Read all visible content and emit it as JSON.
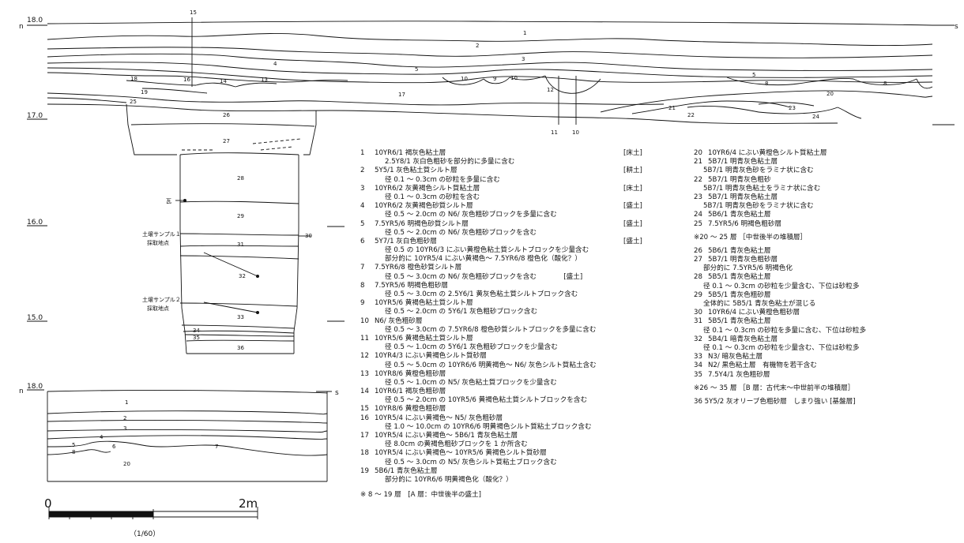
{
  "profile": {
    "elev_18": "18.0",
    "elev_17": "17.0",
    "elev_16": "16.0",
    "elev_15": "15.0",
    "north": "n",
    "south": "s",
    "marker_15": "15",
    "marker_11": "11",
    "marker_10": "10",
    "sample1_line1": "土壌サンプル１",
    "sample1_line2": "採取地点",
    "sample2_line1": "土壌サンプル２",
    "sample2_line2": "採取地点",
    "kawara": "瓦",
    "layer_30": "30",
    "labels": [
      "1",
      "2",
      "3",
      "4",
      "5",
      "5",
      "8",
      "8",
      "18",
      "19",
      "16",
      "14",
      "13",
      "10",
      "9",
      "10",
      "12",
      "17",
      "20",
      "21",
      "22",
      "23",
      "24",
      "25",
      "26",
      "27",
      "28",
      "29",
      "31",
      "32",
      "33",
      "34",
      "35",
      "36"
    ]
  },
  "small_profile": {
    "elev": "18.0",
    "north": "n",
    "south": "s",
    "labels": [
      "1",
      "2",
      "3",
      "4",
      "5",
      "8",
      "6",
      "7",
      "20"
    ]
  },
  "scale": {
    "zero": "0",
    "end": "2m",
    "ratio": "（1/60）"
  },
  "legend_left": [
    {
      "num": "1",
      "name": "10YR6/1 褐灰色粘土層",
      "tag": "[床土]",
      "subs": [
        "2.5Y8/1 灰白色粗砂を部分的に多量に含む"
      ]
    },
    {
      "num": "2",
      "name": "5Y5/1 灰色粘土質シルト層",
      "tag": "[耕土]",
      "subs": [
        "径 0.1 ～ 0.3cm の砂粒を多量に含む"
      ]
    },
    {
      "num": "3",
      "name": "10YR6/2 灰黄褐色シルト質粘土層",
      "tag": "[床土]",
      "subs": [
        "径 0.1 ～ 0.3cm の砂粒を含む"
      ]
    },
    {
      "num": "4",
      "name": "10YR6/2 灰黄褐色砂質シルト層",
      "tag": "[盛土]",
      "subs": [
        "径 0.5 ～ 2.0cm の N6/ 灰色粗砂ブロックを多量に含む"
      ]
    },
    {
      "num": "5",
      "name": "7.5YR5/6 明褐色砂質シルト層",
      "tag": "[盛土]",
      "subs": [
        "径 0.5 ～ 2.0cm の N6/ 灰色粗砂ブロックを含む"
      ]
    },
    {
      "num": "6",
      "name": "5Y7/1 灰白色粗砂層",
      "tag": "[盛土]",
      "subs": [
        "径 0.5 の 10YR6/3 にぶい黄橙色粘土質シルトブロックを少量含む",
        "部分的に 10YR5/4 にぶい黄褐色～ 7.5YR6/8 橙色化（酸化？）"
      ]
    },
    {
      "num": "7",
      "name": "7.5YR6/8 橙色砂質シルト層",
      "tag": "",
      "subs": [
        "径 0.5 ～ 3.0cm の N6/ 灰色粗砂ブロックを含む　　　　[盛土]"
      ]
    },
    {
      "num": "8",
      "name": "7.5YR5/6 明褐色粗砂層",
      "tag": "",
      "subs": [
        "径 0.5 ～ 3.0cm の 2.5Y6/1 黄灰色粘土質シルトブロック含む"
      ]
    },
    {
      "num": "9",
      "name": "10YR5/6 黄褐色粘土質シルト層",
      "tag": "",
      "subs": [
        "径 0.5 ～ 2.0cm の 5Y6/1 灰色粗砂ブロック含む"
      ]
    },
    {
      "num": "10",
      "name": "N6/ 灰色粗砂層",
      "tag": "",
      "subs": [
        "径 0.5 ～ 3.0cm の 7.5YR6/8 橙色砂質シルトブロックを多量に含む"
      ]
    },
    {
      "num": "11",
      "name": "10YR5/6 黄褐色粘土質シルト層",
      "tag": "",
      "subs": [
        "径 0.5 ～ 1.0cm の 5Y6/1 灰色粗砂ブロックを少量含む"
      ]
    },
    {
      "num": "12",
      "name": "10YR4/3 にぶい黄褐色シルト質砂層",
      "tag": "",
      "subs": [
        "径 0.5 ～ 5.0cm の 10YR6/6 明黄褐色～ N6/ 灰色シルト質粘土含む"
      ]
    },
    {
      "num": "13",
      "name": "10YR8/6 黄橙色粗砂層",
      "tag": "",
      "subs": [
        "径 0.5 ～ 1.0cm の N5/ 灰色粘土質ブロックを少量含む"
      ]
    },
    {
      "num": "14",
      "name": "10YR6/1 褐灰色粗砂層",
      "tag": "",
      "subs": [
        "径 0.5 ～ 2.0cm の 10YR5/6 黄褐色粘土質シルトブロックを含む"
      ]
    },
    {
      "num": "15",
      "name": "10YR8/6 黄橙色粗砂層",
      "tag": "",
      "subs": []
    },
    {
      "num": "16",
      "name": "10YR5/4 にぶい黄褐色～ N5/ 灰色粗砂層",
      "tag": "",
      "subs": [
        "径 1.0 ～ 10.0cm の 10YR6/6 明黄褐色シルト質粘土ブロック含む"
      ]
    },
    {
      "num": "17",
      "name": "10YR5/4 にぶい黄褐色～ 5B6/1 青灰色粘土層",
      "tag": "",
      "subs": [
        "径 8.0cm の黄褐色粗砂ブロックを 1 か所含む"
      ]
    },
    {
      "num": "18",
      "name": "10YR5/4 にぶい黄褐色～ 10YR5/6 黄褐色シルト質砂層",
      "tag": "",
      "subs": [
        "径 0.5 ～ 3.0cm の N5/ 灰色シルト質粘土ブロック含む"
      ]
    },
    {
      "num": "19",
      "name": "5B6/1 青灰色粘土層",
      "tag": "",
      "subs": [
        "部分的に 10YR6/6 明黄褐色化（酸化？）"
      ]
    }
  ],
  "note_a": "※ 8 ～ 19 層　[A 層：中世後半の盛土]",
  "legend_right_a": [
    {
      "num": "20",
      "name": "10YR6/4 にぶい黄橙色シルト質粘土層",
      "subs": []
    },
    {
      "num": "21",
      "name": "5B7/1 明青灰色粘土層",
      "subs": [
        "5B7/1 明青灰色砂をラミナ状に含む"
      ]
    },
    {
      "num": "22",
      "name": "5B7/1 明青灰色粗砂",
      "subs": [
        "5B7/1 明青灰色粘土をラミナ状に含む"
      ]
    },
    {
      "num": "23",
      "name": "5B7/1 明青灰色粘土層",
      "subs": [
        "5B7/1 明青灰色砂をラミナ状に含む"
      ]
    },
    {
      "num": "24",
      "name": "5B6/1 青灰色粘土層",
      "subs": []
    },
    {
      "num": "25",
      "name": "7.5YR5/6 明褐色粗砂層",
      "subs": []
    }
  ],
  "note_b": "※20 ～ 25 層 ［中世後半の堆積層］",
  "legend_right_b": [
    {
      "num": "26",
      "name": "5B6/1 青灰色粘土層",
      "subs": []
    },
    {
      "num": "27",
      "name": "5B7/1 明青灰色粗砂層",
      "subs": [
        "部分的に 7.5YR5/6 明褐色化"
      ]
    },
    {
      "num": "28",
      "name": "5B5/1 青灰色粘土層",
      "subs": [
        "径 0.1 ～ 0.3cm の砂粒を少量含む、下位は砂粒多"
      ]
    },
    {
      "num": "29",
      "name": "5B5/1 青灰色粗砂層",
      "subs": [
        "全体的に 5B5/1 青灰色粘土が混じる"
      ]
    },
    {
      "num": "30",
      "name": "10YR6/4 にぶい黄橙色粗砂層",
      "subs": []
    },
    {
      "num": "31",
      "name": "5B5/1 青灰色粘土層",
      "subs": [
        "径 0.1 ～ 0.3cm の砂粒を多量に含む、下位は砂粒多"
      ]
    },
    {
      "num": "32",
      "name": "5B4/1 暗青灰色粘土層",
      "subs": [
        "径 0.1 ～ 0.3cm の砂粒を少量含む、下位は砂粒多"
      ]
    },
    {
      "num": "33",
      "name": "N3/ 暗灰色粘土層",
      "subs": []
    },
    {
      "num": "34",
      "name": "N2/ 黒色粘土層　有機物を若干含む",
      "subs": []
    },
    {
      "num": "35",
      "name": "7.5Y4/1 灰色粗砂層",
      "subs": []
    }
  ],
  "note_c": "※26 ～ 35 層 ［B 層：古代末～中世前半の堆積層］",
  "layer_36": "36 5Y5/2 灰オリーブ色粗砂層　しまり強い [基盤層]"
}
